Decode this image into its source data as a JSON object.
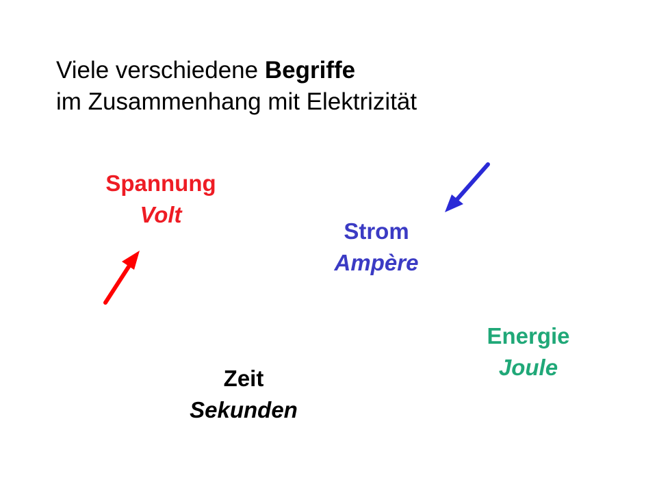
{
  "title": {
    "line1_prefix": "Viele verschiedene ",
    "line1_bold": "Begriffe",
    "line2": "im Zusammenhang mit Elektrizität"
  },
  "terms": {
    "spannung": {
      "name": "Spannung",
      "unit": "Volt",
      "color": "#ee1c24"
    },
    "strom": {
      "name": "Strom",
      "unit": "Ampère",
      "color": "#3b3bc4"
    },
    "energie": {
      "name": "Energie",
      "unit": "Joule",
      "color": "#20a878"
    },
    "zeit": {
      "name": "Zeit",
      "unit": "Sekunden",
      "color": "#000000"
    }
  },
  "arrows": {
    "red_color": "#ff0000",
    "blue_color": "#2a2ad6"
  }
}
